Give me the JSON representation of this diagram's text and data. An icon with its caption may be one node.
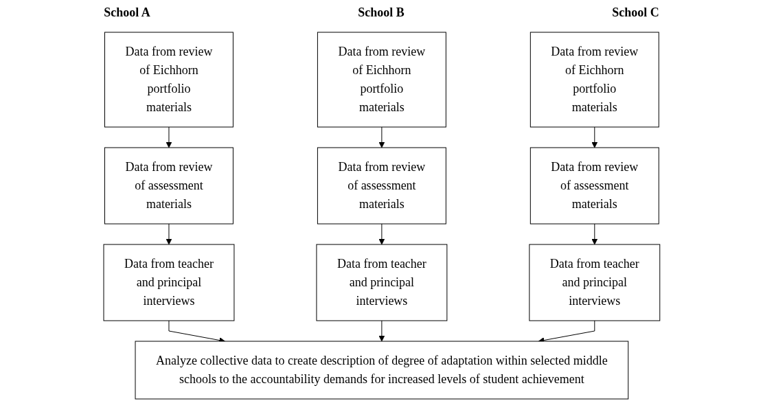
{
  "diagram": {
    "nodes": [
      {
        "text": [
          "Data from review of Eichhorn portfolio materials"
        ]
      },
      {
        "text": [
          "Data from review of assessment materials"
        ]
      },
      {
        "text": [
          "Data from teacher and principal interviews"
        ]
      },
      {
        "text": [
          "Data from review of Eichhorn portfolio materials"
        ]
      },
      {
        "text": [
          "Data from review of assessment materials"
        ]
      },
      {
        "text": [
          "Data from teacher and principal interviews"
        ]
      },
      {
        "text": [
          "Data from review of Eichhorn portfolio materials"
        ]
      },
      {
        "text": [
          "Data from review of assessment materials"
        ]
      },
      {
        "text": [
          "Data from teacher and principal interviews"
        ]
      },
      {
        "text": [
          "Analyze collective data to create description of degree of adaptation within selected middle schools to the accountability demands for increased levels of student achievement"
        ]
      }
    ],
    "edges": [
      {
        "from": 0,
        "to": 1,
        "arrow": "to"
      },
      {
        "from": 1,
        "to": 2,
        "arrow": "to"
      },
      {
        "from": 2,
        "to": 9,
        "arrow": "to"
      },
      {
        "from": 3,
        "to": 4,
        "arrow": "to"
      },
      {
        "from": 4,
        "to": 5,
        "arrow": "to"
      },
      {
        "from": 5,
        "to": 9,
        "arrow": "to"
      },
      {
        "from": 6,
        "to": 7,
        "arrow": "to"
      },
      {
        "from": 7,
        "to": 8,
        "arrow": "to"
      },
      {
        "from": 8,
        "to": 9,
        "arrow": "to"
      }
    ],
    "labels": [
      "School A",
      "School B",
      "School C"
    ]
  }
}
